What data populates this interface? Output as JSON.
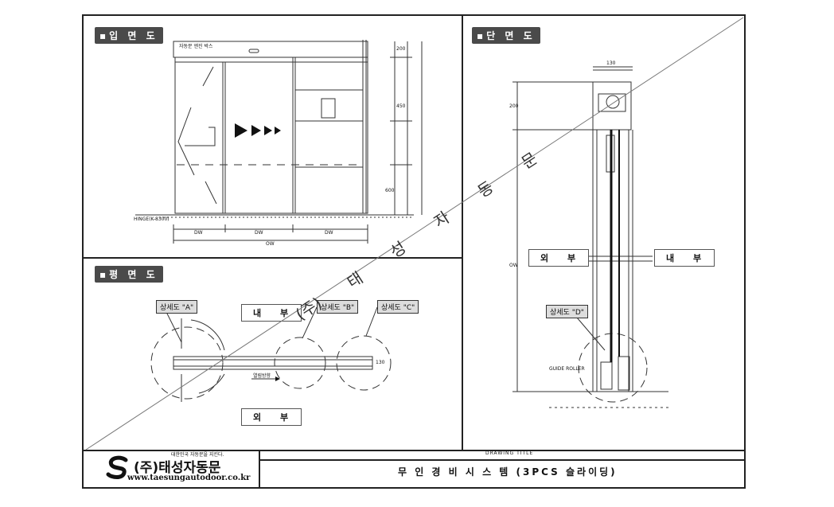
{
  "sections": {
    "elevation": "입 면 도",
    "plan": "평 면 도",
    "section": "단 면 도"
  },
  "elevation": {
    "top_note": "자동문 엔진 박스",
    "hinge_label": "HINGE(K-8300)",
    "dim_dw": "DW",
    "dim_ow": "OW",
    "dim_top": "200",
    "dim_mid": "450",
    "dim_low": "600"
  },
  "plan": {
    "inside": "내 부",
    "outside": "외 부",
    "detail_a": "상세도 \"A\"",
    "detail_b": "상세도 \"B\"",
    "detail_c": "상세도 \"C\"",
    "direction": "열림방향",
    "dim_130": "130"
  },
  "sectionview": {
    "outside": "외 부",
    "inside": "내 부",
    "detail_d": "상세도 \"D\"",
    "guide_roller": "GUIDE ROLLER",
    "dim_130": "130",
    "dim_200": "200",
    "dim_ow": "OW"
  },
  "watermark": [
    "(주)",
    "태",
    "성",
    "자",
    "동",
    "문"
  ],
  "title_block": {
    "company_slogan": "대한민국 자동문을 지킨다.",
    "company_name": "(주)태성자동문",
    "company_url": "www.taesungautodoor.co.kr",
    "drawing_title_label": "DRAWING TITLE",
    "drawing_title": "무 인 경 비 시 스 템 (3PCS 슬라이딩)"
  }
}
